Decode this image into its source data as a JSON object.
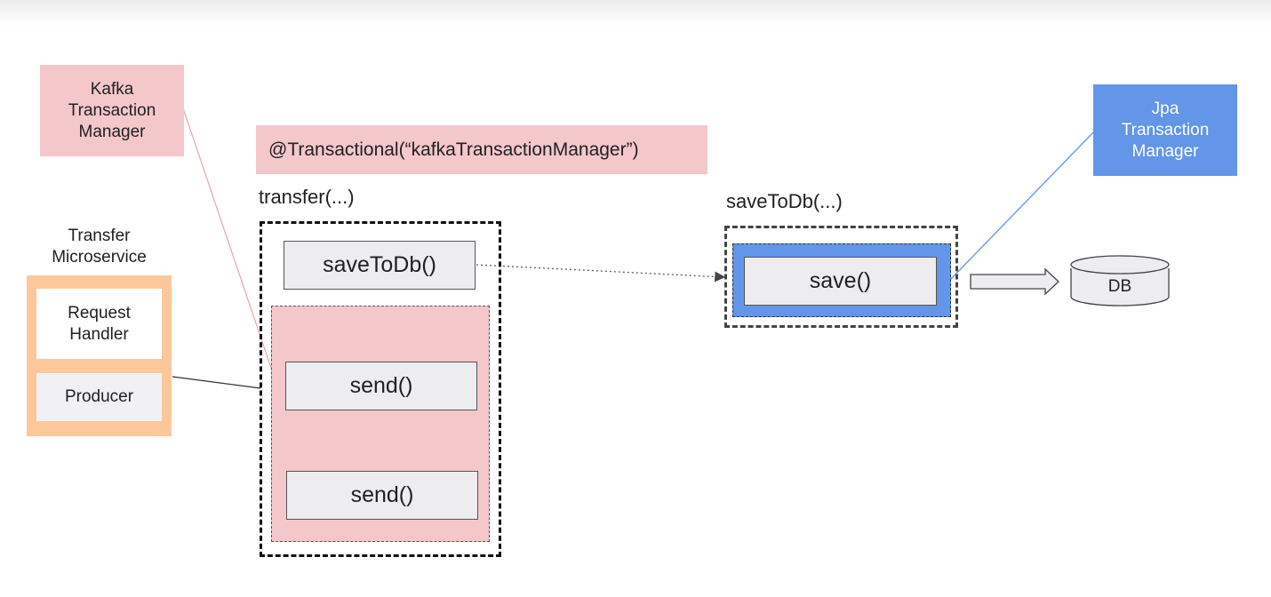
{
  "kafka_manager": {
    "label": "Kafka\nTransaction\nManager"
  },
  "jpa_manager": {
    "label": "Jpa\nTransaction\nManager"
  },
  "annotation": {
    "text": "@Transactional(“kafkaTransactionManager”)"
  },
  "transfer": {
    "label": "transfer(...)",
    "save_to_db_call": "saveToDb()",
    "send_1": "send()",
    "send_2": "send()"
  },
  "save_to_db": {
    "label": "saveToDb(...)",
    "save_call": "save()"
  },
  "database": {
    "label": "DB"
  },
  "microservice": {
    "title": "Transfer\nMicroservice",
    "request_handler": "Request\nHandler",
    "producer": "Producer"
  },
  "colors": {
    "pink": "#f4c7cb",
    "blue": "#6395e8",
    "orange": "#fcc89b",
    "method_fill": "#ededf0"
  }
}
